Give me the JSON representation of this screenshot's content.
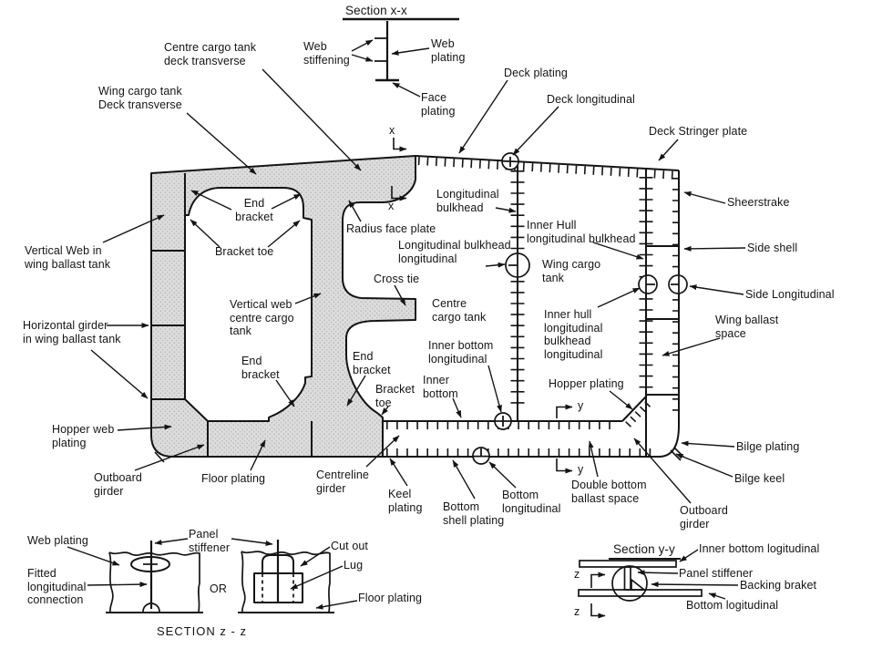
{
  "drawing": {
    "type": "ship-hull-structural-cross-section",
    "colors": {
      "ink": "#141414",
      "plate_shade": "#dcdcdc",
      "stipple_dot": "#ababab",
      "background": "#ffffff"
    }
  },
  "labels": {
    "section_xx": "Section x-x",
    "web_stiffening": "Web\nstiffening",
    "web_plating_xx": "Web\nplating",
    "face_plating_xx": "Face\nplating",
    "deck_plating": "Deck plating",
    "deck_longitudinal": "Deck longitudinal",
    "deck_stringer_plate": "Deck Stringer plate",
    "centre_cargo_deck_transverse": "Centre cargo tank\ndeck transverse",
    "wing_cargo_deck_transverse": "Wing cargo tank\nDeck transverse",
    "sheerstrake": "Sheerstrake",
    "vertical_web_wbt": "Vertical Web in\nwing ballast tank",
    "side_shell": "Side shell",
    "side_longitudinal": "Side Longitudinal",
    "end_bracket_upper": "End\nbracket",
    "bracket_toe_upper": "Bracket toe",
    "radius_face_plate": "Radius face plate",
    "longitudinal_bulkhead": "Longitudinal\nbulkhead",
    "inner_hull_longitudinal_bulkhead": "Inner Hull\nlongitudinal bulkhead",
    "longitudinal_bulkhead_longitudinal": "Longitudinal bulkhead\nlongitudinal",
    "wing_cargo_tank": "Wing cargo\ntank",
    "cross_tie": "Cross tie",
    "horizontal_girder_wbt": "Horizontal girder\nin wing ballast tank",
    "vertical_web_cct": "Vertical web\ncentre cargo\ntank",
    "centre_cargo_tank": "Centre\ncargo tank",
    "inner_hull_lb_longitudinal": "Inner hull\nlongitudinal\nbulkhead\nlongitudinal",
    "wing_ballast_space": "Wing ballast\nspace",
    "end_bracket_lower_left": "End\nbracket",
    "end_bracket_lower_right": "End\nbracket",
    "inner_bottom_longitudinal": "Inner bottom\nlongitudinal",
    "inner_bottom": "Inner\nbottom",
    "bracket_toe_lower": "Bracket\ntoe",
    "hopper_plating": "Hopper plating",
    "hopper_web_plating": "Hopper web\nplating",
    "bilge_plating": "Bilge plating",
    "outboard_girder_left": "Outboard\ngirder",
    "floor_plating": "Floor plating",
    "centreline_girder": "Centreline\ngirder",
    "keel_plating": "Keel\nplating",
    "bottom_shell_plating": "Bottom\nshell plating",
    "bottom_longitudinal": "Bottom\nlongitudinal",
    "bilge_keel": "Bilge keel",
    "double_bottom_ballast_space": "Double bottom\nballast space",
    "outboard_girder_right": "Outboard\ngirder",
    "web_plating_zz": "Web plating",
    "panel_stiffener_zz": "Panel\nstiffener",
    "fitted_longitudinal_connection": "Fitted\nlongitudinal\nconnection",
    "or_word": "OR",
    "cut_out": "Cut out",
    "lug": "Lug",
    "floor_plating_zz": "Floor plating",
    "section_zz": "SECTION  z - z",
    "section_yy": "Section y-y",
    "inner_bottom_logitudinal_yy": "Inner bottom logitudinal",
    "panel_stiffener_yy": "Panel stiffener",
    "backing_braket_yy": "Backing braket",
    "bottom_logitudinal_yy": "Bottom logitudinal",
    "x_upper": "x",
    "x_lower": "x",
    "y_upper": "y",
    "y_lower": "y",
    "z_upper": "z",
    "z_lower": "z"
  }
}
